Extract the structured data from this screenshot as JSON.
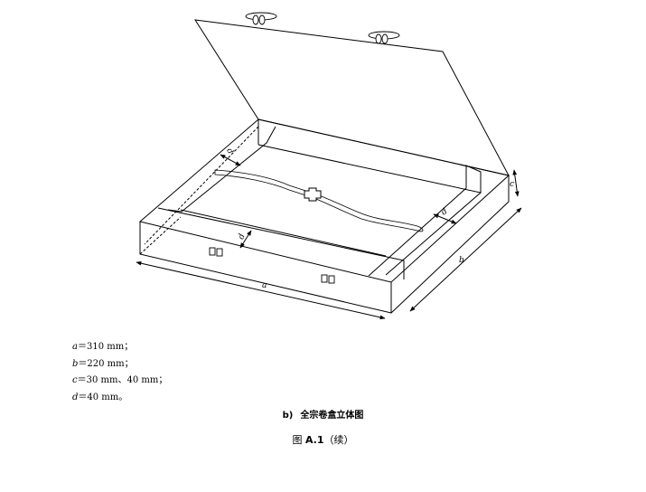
{
  "diagram": {
    "dimension_labels": {
      "a": "a",
      "b": "b",
      "c": "c",
      "d": "d"
    },
    "box_marks": "□□"
  },
  "dimensions": [
    {
      "var": "a",
      "text": "＝310 mm；"
    },
    {
      "var": "b",
      "text": "＝220 mm；"
    },
    {
      "var": "c",
      "text": "＝30 mm、40 mm；"
    },
    {
      "var": "d",
      "text": "＝40 mm。"
    }
  ],
  "subcaption": {
    "label": "b)",
    "title": "全宗卷盒立体图"
  },
  "figure_caption": {
    "prefix": "图 ",
    "number": "A.1",
    "suffix": "（续）"
  }
}
